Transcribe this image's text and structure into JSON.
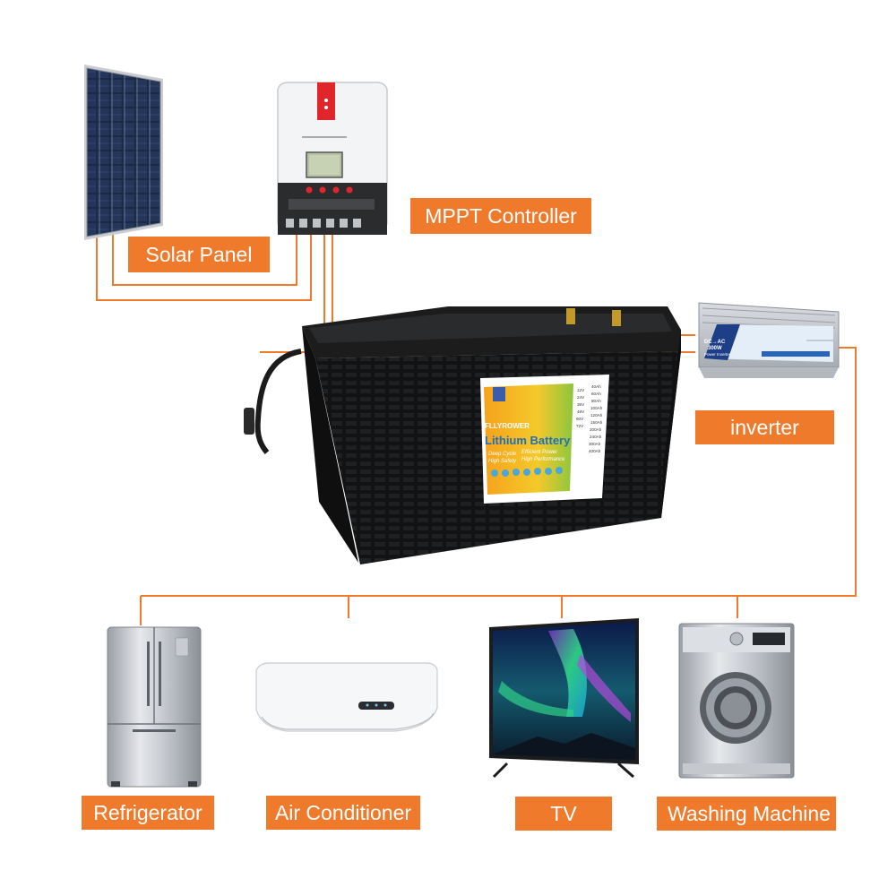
{
  "labels": {
    "solar_panel": "Solar Panel",
    "mppt_controller": "MPPT Controller",
    "inverter": "inverter",
    "refrigerator": "Refrigerator",
    "air_conditioner": "Air Conditioner",
    "tv": "TV",
    "washing_machine": "Washing Machine"
  },
  "battery_label": {
    "brand": "FLLYROWER",
    "title": "Lithium Battery",
    "features": [
      "Deep Cycle",
      "Efficient Power",
      "High Safety",
      "High Performance"
    ],
    "voltages": [
      "12V",
      "24V",
      "36V",
      "48V",
      "60V",
      "72V"
    ],
    "capacities": [
      "40Ah",
      "60Ah",
      "80Ah",
      "100Ah",
      "120Ah",
      "150Ah",
      "200Ah",
      "240Ah",
      "300Ah",
      "400Ah"
    ]
  },
  "inverter_device": {
    "line1": "DC→AC",
    "line2": "300W",
    "line3": "Power Inverter"
  },
  "colors": {
    "accent": "#f07a2c",
    "wire": "#f07a2c"
  }
}
